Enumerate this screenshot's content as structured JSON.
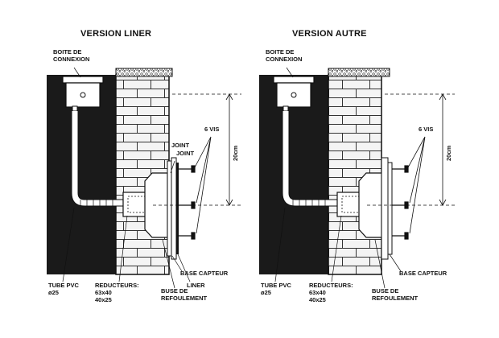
{
  "panels": [
    {
      "title": "VERSION LINER",
      "junction_box": "BOITE DE\nCONNEXION",
      "screws": "6 VIS",
      "joint_1": "JOINT",
      "joint_2": "JOINT",
      "sensor_base": "BASE CAPTEUR",
      "liner": "LINER",
      "nozzle": "BUSE DE\nREFOULEMENT",
      "reducers": "REDUCTEURS:\n63x40\n40x25",
      "pvc_tube": "TUBE PVC\nø25",
      "dimension": "20cm"
    },
    {
      "title": "VERSION AUTRE",
      "junction_box": "BOITE DE\nCONNEXION",
      "screws": "6 VIS",
      "sensor_base": "BASE CAPTEUR",
      "nozzle": "BUSE DE\nREFOULEMENT",
      "reducers": "REDUCTEURS:\n63x40\n40x25",
      "pvc_tube": "TUBE PVC\nø25",
      "dimension": "20cm"
    }
  ],
  "colors": {
    "ink": "#111111",
    "wall": "#1a1a1a",
    "mortar": "#eeeeee",
    "paper": "#ffffff"
  }
}
